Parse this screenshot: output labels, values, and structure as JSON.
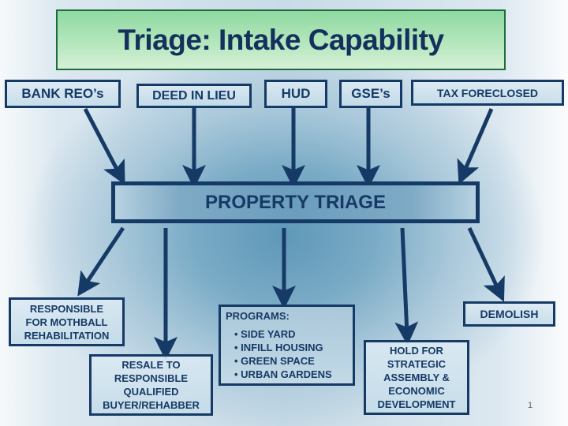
{
  "slide": {
    "title": "Triage: Intake Capability",
    "page_number": "1"
  },
  "sources": [
    {
      "id": "bank-reos",
      "label": "BANK REO’s"
    },
    {
      "id": "deed-in-lieu",
      "label": "DEED IN LIEU"
    },
    {
      "id": "hud",
      "label": "HUD"
    },
    {
      "id": "gses",
      "label": "GSE’s"
    },
    {
      "id": "tax-foreclosed",
      "label": "TAX FORECLOSED"
    }
  ],
  "hub": {
    "label": "PROPERTY TRIAGE"
  },
  "outcomes": {
    "mothball": {
      "lines": [
        "RESPONSIBLE",
        "FOR MOTHBALL",
        "REHABILITATION"
      ]
    },
    "resale": {
      "lines": [
        "RESALE TO",
        "RESPONSIBLE",
        "QUALIFIED",
        "BUYER/REHABBER"
      ]
    },
    "programs": {
      "heading": "PROGRAMS:",
      "items": [
        "SIDE YARD",
        "INFILL HOUSING",
        "GREEN SPACE",
        "URBAN GARDENS"
      ]
    },
    "hold": {
      "lines": [
        "HOLD FOR",
        "STRATEGIC",
        "ASSEMBLY &",
        "ECONOMIC",
        "DEVELOPMENT"
      ]
    },
    "demolish": {
      "lines": [
        "DEMOLISH"
      ]
    }
  },
  "colors": {
    "primary_navy": "#163a66",
    "title_green_border": "#1e6b3c",
    "title_green_fill": "#a8e2b2"
  }
}
